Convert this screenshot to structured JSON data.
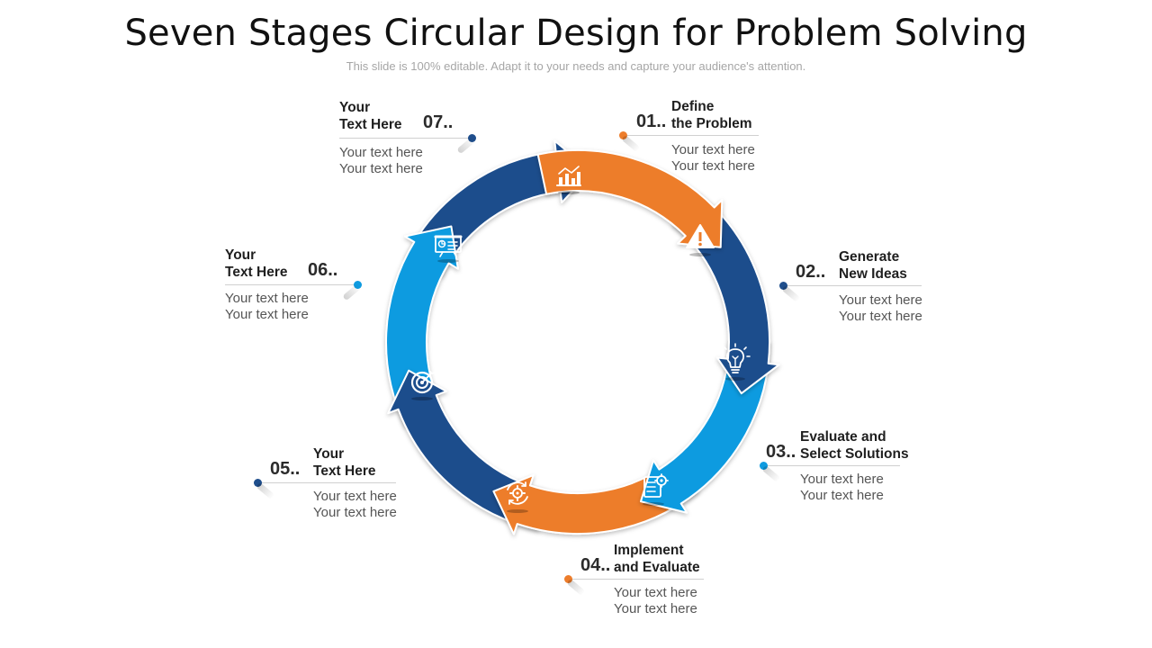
{
  "header": {
    "title": "Seven Stages Circular Design for Problem Solving",
    "subtitle": "This slide is 100% editable. Adapt it to your needs and capture your audience's attention."
  },
  "colors": {
    "orange": "#ED7D2B",
    "dark_blue": "#1F4E8C",
    "light_blue": "#0E9BE0"
  },
  "stages": [
    {
      "number": "01..",
      "line1": "Define",
      "line2": "the Problem",
      "text1": "Your text here",
      "text2": "Your text here",
      "icon": "warning-icon",
      "color": "#ED7D2B"
    },
    {
      "number": "02..",
      "line1": "Generate",
      "line2": "New Ideas",
      "text1": "Your text here",
      "text2": "Your text here",
      "icon": "lightbulb-icon",
      "color": "#1F4E8C"
    },
    {
      "number": "03..",
      "line1": "Evaluate and",
      "line2": "Select Solutions",
      "text1": "Your text here",
      "text2": "Your text here",
      "icon": "checklist-gear-icon",
      "color": "#0E9BE0"
    },
    {
      "number": "04..",
      "line1": "Implement",
      "line2": "and Evaluate",
      "text1": "Your text here",
      "text2": "Your text here",
      "icon": "gear-refresh-icon",
      "color": "#ED7D2B"
    },
    {
      "number": "05..",
      "line1": "Your",
      "line2": "Text Here",
      "text1": "Your text here",
      "text2": "Your text here",
      "icon": "target-icon",
      "color": "#1F4E8C"
    },
    {
      "number": "06..",
      "line1": "Your",
      "line2": "Text Here",
      "text1": "Your text here",
      "text2": "Your text here",
      "icon": "presentation-board-icon",
      "color": "#0E9BE0"
    },
    {
      "number": "07..",
      "line1": "Your",
      "line2": "Text Here",
      "text1": "Your text here",
      "text2": "Your text here",
      "icon": "bar-chart-icon",
      "color": "#1F4E8C"
    }
  ]
}
